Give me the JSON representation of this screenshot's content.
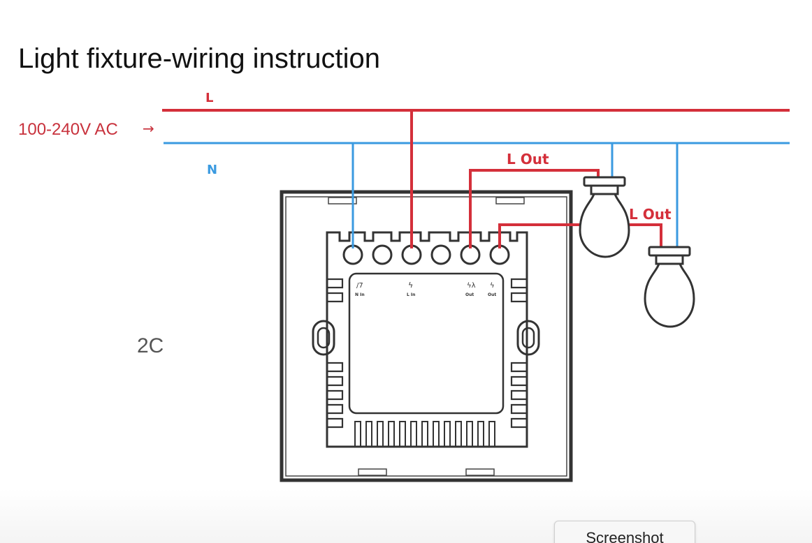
{
  "page": {
    "title": "Light fixture-wiring instruction"
  },
  "diagram": {
    "line_label": "L",
    "neutral_label": "N",
    "supply_label": "100-240V AC",
    "supply_arrow": "→",
    "load_label_1": "L Out",
    "load_label_2": "L Out",
    "variant_label": "2C",
    "terminals": [
      "N In",
      "L In",
      "Out",
      "Out"
    ],
    "colors": {
      "live": "#d42f3a",
      "neutral": "#3a9ae0",
      "outline": "#333333"
    }
  },
  "toolbar": {
    "screenshot_label": "Screenshot"
  }
}
